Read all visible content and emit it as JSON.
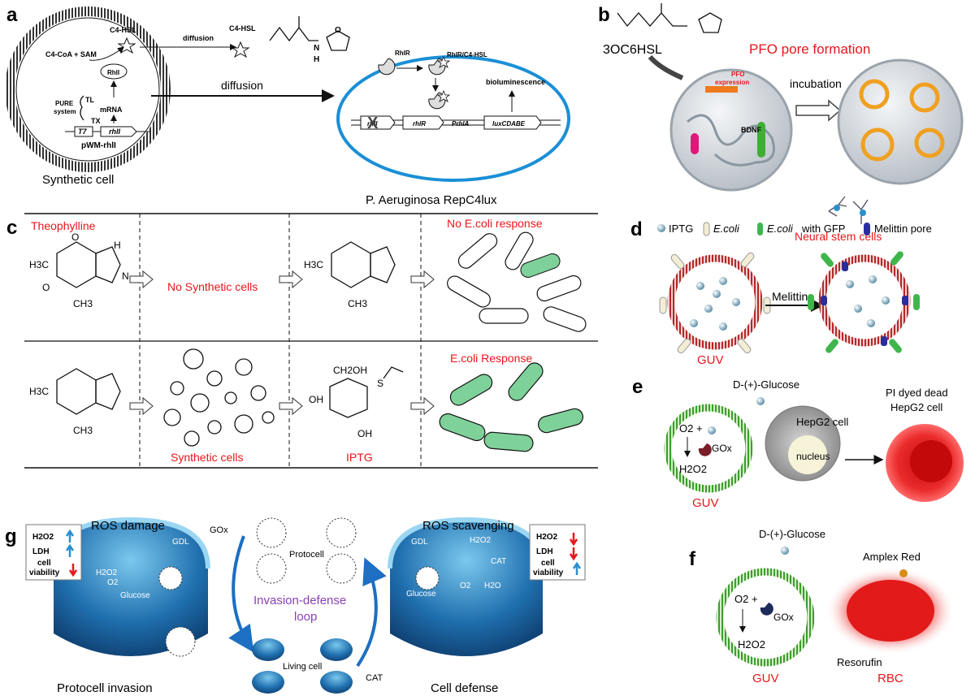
{
  "panel_letters": {
    "a": "a",
    "b": "b",
    "c": "c",
    "d": "d",
    "e": "e",
    "f": "f",
    "g": "g"
  },
  "panel_a": {
    "c4_hsl_in": "C4-HSL",
    "c4coa_sam": "C4-CoA + SAM",
    "rhli_protein": "RhlI",
    "diffusion_top": "diffusion",
    "c4_hsl_out": "C4-HSL",
    "nh": "N",
    "h": "H",
    "o": "O",
    "tl": "TL",
    "pure": "PURE",
    "system": "system",
    "mrna": "mRNA",
    "tx": "TX",
    "t7": "T7",
    "rhli_gene": "rhlI",
    "plasmid": "pWM-rhlI",
    "diffusion_main": "diffusion",
    "synthetic_cell": "Synthetic cell",
    "rhlr": "RhlR",
    "rhlr_complex": "RhlR/C4-HSL",
    "bioluminescence": "bioluminescence",
    "gene_rhli": "rhlI",
    "gene_rhlr": "rhlR",
    "gene_prhla": "PrhlA",
    "gene_lux": "luxCDABE",
    "strain": "P. Aeruginosa RepC4lux"
  },
  "panel_b": {
    "compound": "3OC6HSL",
    "pfo_title": "PFO pore formation",
    "pfo_expr_1": "PFO",
    "pfo_expr_2": "expression",
    "incubation": "incubation",
    "bdnf": "BDNF",
    "neural": "Neural stem cells"
  },
  "panel_c": {
    "theophylline": "Theophylline",
    "no_synthetic": "No Synthetic cells",
    "no_response": "No E.coli response",
    "synthetic_cells": "Synthetic cells",
    "iptg": "IPTG",
    "response": "E.coli Response",
    "h3c": "H3C",
    "ch3": "CH3",
    "n": "N",
    "o": "O",
    "h": "H",
    "ch2oh": "CH2OH",
    "oh": "OH",
    "s": "S"
  },
  "panel_d": {
    "legend_iptg": "IPTG",
    "legend_ecoli": "E.coli",
    "legend_gfp_1": "E.coli",
    "legend_gfp_2": " with GFP",
    "legend_pore": "Melittin pore",
    "melittin": "Melittin",
    "guv": "GUV"
  },
  "panel_e": {
    "glucose": "D-(+)-Glucose",
    "o2": "O2 +",
    "gox": "GOx",
    "h2o2": "H2O2",
    "hepg2": "HepG2 cell",
    "nucleus": "nucleus",
    "dead_1": "PI dyed dead",
    "dead_2": "HepG2 cell",
    "guv": "GUV"
  },
  "panel_f": {
    "glucose": "D-(+)-Glucose",
    "amplex": "Amplex Red",
    "o2": "O2 +",
    "gox": "GOx",
    "h2o2": "H2O2",
    "resorufin": "Resorufin",
    "guv": "GUV",
    "rbc": "RBC"
  },
  "panel_g": {
    "ros_damage": "ROS damage",
    "ros_scavenging": "ROS scavenging",
    "h2o2": "H2O2",
    "ldh": "LDH",
    "cell_1": "cell",
    "cell_2": "viability",
    "gdl": "GDL",
    "glucose": "Glucose",
    "o2": "O2",
    "cat": "CAT",
    "h2o": "H2O",
    "gox": "GOx",
    "protocell": "Protocell",
    "loop_1": "Invasion-defense",
    "loop_2": "loop",
    "living": "Living cell",
    "cat_arrow": "CAT",
    "invasion": "Protocell invasion",
    "defense": "Cell defense"
  },
  "colors": {
    "red": "#e8161b",
    "blue_ring": "#1a8fd6",
    "green_ring": "#4cae3c",
    "purple": "#8a3fb8"
  }
}
